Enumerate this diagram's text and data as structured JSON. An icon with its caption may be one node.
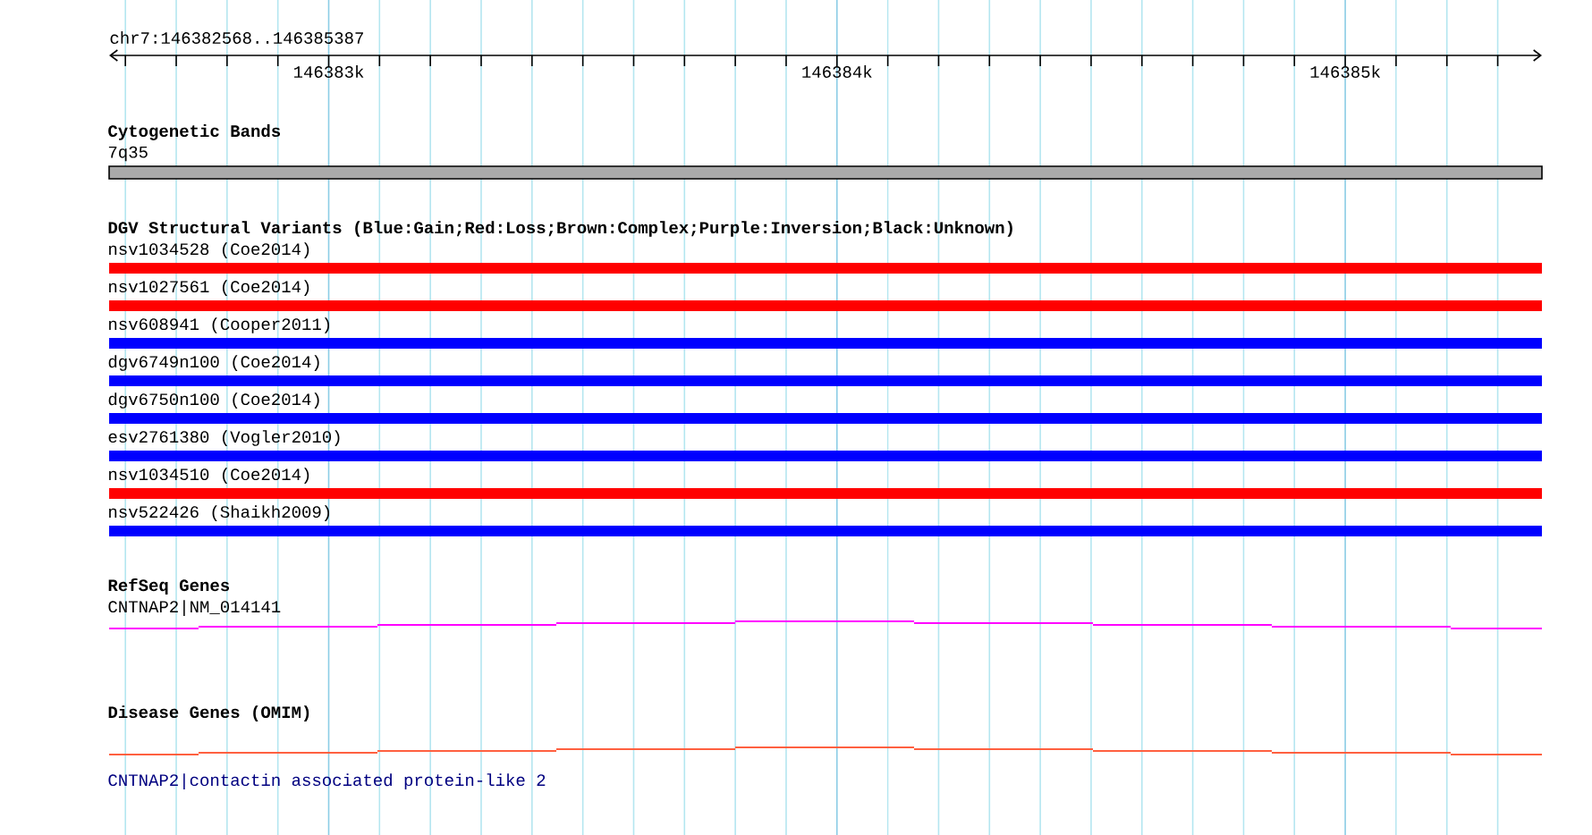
{
  "diagram": {
    "labels": [
      "chr7:146382568..146385387",
      "146383k",
      "146384k",
      "146385k",
      "Cytogenetic Bands",
      "7q35",
      "DGV Structural Variants (Blue:Gain;Red:Loss;Brown:Complex;Purple:Inversion;Black:Unknown)",
      "nsv1034528 (Coe2014)",
      "nsv1027561 (Coe2014)",
      "nsv608941 (Cooper2011)",
      "dgv6749n100 (Coe2014)",
      "dgv6750n100 (Coe2014)",
      "esv2761380 (Vogler2010)",
      "nsv1034510 (Coe2014)",
      "nsv522426 (Shaikh2009)",
      "RefSeq Genes",
      "CNTNAP2|NM_014141",
      "Disease Genes (OMIM)",
      "CNTNAP2|contactin associated protein-like 2"
    ]
  }
}
